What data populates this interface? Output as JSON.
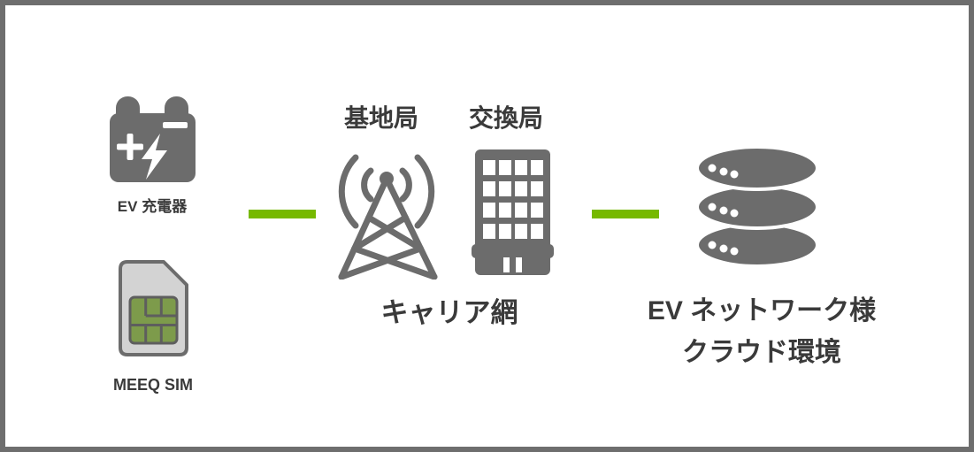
{
  "colors": {
    "background": "#ffffff",
    "border_gray": "#6e6e6e",
    "icon_gray": "#6c6c6c",
    "text_dark": "#3a3a3a",
    "accent_green": "#76b900",
    "sim_body": "#d3d3d3",
    "sim_chip": "#7d9b4b",
    "sim_line": "#5e5e5e"
  },
  "diagram": {
    "device": {
      "charger_label": "EV 充電器",
      "charger_icon": "battery-charger-icon",
      "sim_label": "MEEQ SIM",
      "sim_icon": "sim-card-icon"
    },
    "carrier": {
      "base_station_label": "基地局",
      "base_station_icon": "radio-tower-icon",
      "exchange_label": "交換局",
      "exchange_icon": "office-building-icon",
      "caption": "キャリア網"
    },
    "cloud": {
      "icon": "database-stack-icon",
      "caption_line1": "EV ネットワーク様",
      "caption_line2": "クラウド環境"
    },
    "connectors": [
      {
        "name": "link-device-to-carrier"
      },
      {
        "name": "link-carrier-to-cloud"
      }
    ]
  }
}
